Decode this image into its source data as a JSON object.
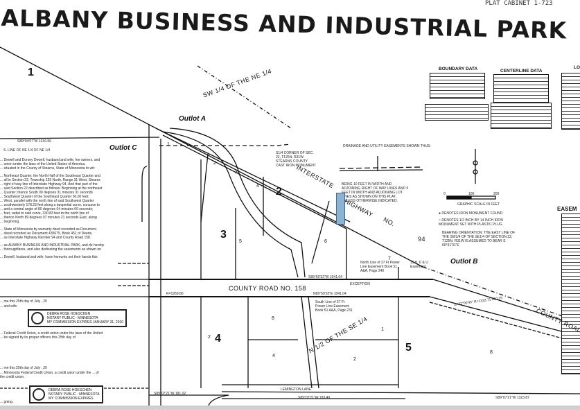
{
  "title": "ALBANY BUSINESS AND INDUSTRIAL PARK",
  "page_ref": "PLAT CABINET 1-723",
  "tables": {
    "boundary_data": "BOUNDARY DATA",
    "centerline_data": "CENTERLINE DATA",
    "lot_table_partial": "LO",
    "easement_partial": "EASEM"
  },
  "labels": {
    "outlot_a": "Outlot A",
    "outlot_b": "Outlot B",
    "outlot_c": "Outlot C",
    "sw_quarter": "SW 1/4 OF THE NE 1/4",
    "interstate": "INTERSTATE",
    "highway": "HIGHWAY",
    "no": "NO.",
    "n94": "94",
    "county_road_158": "COUNTY ROAD NO. 158",
    "county_road_right": "COUNTY ROAD NO.",
    "n_half_se": "N 1/2 OF THE SE 1/4",
    "lemington_lane": "LEMINGTON LANE",
    "exception": "EXCEPTION",
    "bearing_top": "S89°04'07\"W 1316.56",
    "line_ne": "S. LINE OF NE 1/4 OF NE 1/4",
    "bearing_road_n": "S89°50'32\"W 1041.04",
    "bearing_road_s": "N89°50'32\"E 1041.04",
    "bearing_bottom": "S89°07'21\"W 793.40",
    "bearing_bottom_right": "S89°07'21\"W 1323.87",
    "bearing_bottom_left": "S89°07'21\"W 181.02",
    "curve_left": "R=1959.86",
    "curve_right": "Δ=22°00'45\" R=1333.71 510.19",
    "se_corner": "S1/4 CORNER OF SEC. 22, T125N, R31W STEARNS COUNTY CAST IRON MONUMENT",
    "drainage_note": "DRAINAGE AND UTILITY EASEMENTS SHOWN THUS:",
    "easement_text": "BEING 10 FEET IN WIDTH AND ADJOINING RIGHT OF WAY LINES AND 5 FEET IN WIDTH AND ADJOINING LOT LINES AS SHOWN ON THIS PLAT, UNLESS OTHERWISE INDICATED.",
    "scale_label": "GRAPHIC SCALE IN FEET",
    "scale_ticks": [
      "0",
      "100",
      "200"
    ],
    "legend_found": "● DENOTES IRON MONUMENT FOUND",
    "legend_set": "○ DENOTES 1/2 INCH BY 14 INCH IRON MONUMENT SET WITH PLASTIC PLUG",
    "bearing_orientation": "BEARING ORIENTATION: THE EAST LINE OF THE SW1/4 OF THE SE1/4 OF SECTION 22, T125N, R31W IS ASSUMED TO BEAR S 00°31'31\"E",
    "power_n": "North Line of 27 Ft Power Line Easement Book 51 A&A, Page 240",
    "power_s": "South Line of 27 Ft Power Line Easement Book 51 A&A, Page 231",
    "due": "15 ft. D & U Easement"
  },
  "lots": [
    "1",
    "2",
    "3",
    "4",
    "5",
    "1",
    "2",
    "3",
    "4",
    "5",
    "6",
    "7",
    "8",
    "2",
    "4",
    "1",
    "2",
    "8"
  ],
  "legal_text": [
    "... Dewell and Dorsey Dewell, husband and wife, fee owners, and",
    "... union under the laws of the United States of America,",
    "... situated in the County of Stearns, State of Minnesota to wit:",
    "... Northeast Quarter, the North Half of the Southeast Quarter and",
    "... all in Section 22, Township 125 North, Range 31 West, Stearns",
    "... right of way line of Interstate Highway 94. And that part of the",
    "... said Section 22 described as follows: Beginning at the northeast",
    "... Quarter; thence South 00 degrees 31 minutes 31 seconds",
    "... Southwest Quarter of the Southeast Quarter 30.00 feet;",
    "... West, parallel with the north line of said Southwest Quarter",
    "... southwesterly 178.23 feet along a tangential curve, concave to",
    "... and a central angle of 80 degrees 04 minutes 00 seconds;",
    "... feet, radial to said curve, 330.83 feet to the north line of",
    "... thence North 89 degrees 07 minutes 21 seconds East, along",
    "... beginning.",
    "... State of Minnesota by warranty deed recorded as Document",
    "... deed recorded as Document 435675, Book 451 of Deeds,",
    "... as Interstate Highway Number 94 and County Road 158.",
    "... as ALBANY BUSINESS AND INDUSTRIAL PARK, and do hereby",
    "... thoroughfares, and also dedicating the easements as shown on",
    "... Dewell, husband and wife, have hereunto set their hands this"
  ],
  "ack": {
    "date_line": "... me this 25th day of July , 20",
    "and_wife": "... and wife.",
    "credit_union": "... Federal Credit Union, a credit union under the laws of the United ... be signed by its proper officers this 25th day of",
    "date_line2": "... me this 25th day of July , 20",
    "credit_union2": "... Minnesota Federal Credit Union, a credit union under the ... of the credit union.",
    "signing": "... gning."
  },
  "stamps": [
    {
      "name": "DEBRA ROSE HOESCHEN",
      "line2": "NOTARY PUBLIC - MINNESOTA",
      "line3": "MY COMMISSION EXPIRES JANUARY 31, 2010"
    },
    {
      "name": "DEBRA ROSE HOESCHEN",
      "line2": "NOTARY PUBLIC - MINNESOTA",
      "line3": "MY COMMISSION EXPIRES"
    }
  ],
  "colors": {
    "highlight": "#8db3d4",
    "ink": "#111111"
  }
}
